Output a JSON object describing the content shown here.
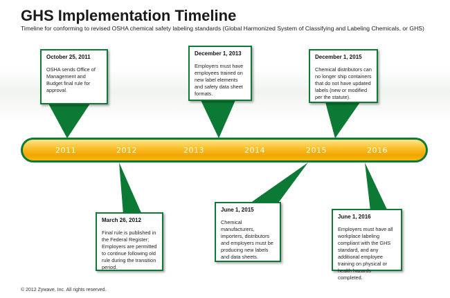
{
  "header": {
    "title": "GHS Implementation Timeline",
    "subtitle": "Timeline for conforming to revised OSHA chemical safety labeling standards (Global Harmonized System of Classifying and Labeling Chemicals, or GHS)"
  },
  "timeline": {
    "years": [
      "2011",
      "2012",
      "2013",
      "2014",
      "2015",
      "2016"
    ]
  },
  "milestones": [
    {
      "date": "October 25, 2011",
      "text": "OSHA sends Office of Management and Budget final rule for approval."
    },
    {
      "date": "December 1, 2013",
      "text": "Employers must have employees trained on new label elements and safety data sheet formats."
    },
    {
      "date": "December 1, 2015",
      "text": "Chemical distributors can no longer ship containers that do not have updated labels (new or modified per the statute)."
    },
    {
      "date": "March 26, 2012",
      "text": "Final rule is published in the Federal Register; Employers are permitted to continue following old rule during the transition period."
    },
    {
      "date": "June 1, 2015",
      "text": "Chemical manufacturers, importers, distributors and employers must be producing new labels and data sheets."
    },
    {
      "date": "June 1, 2016",
      "text": "Employers must have all workplace labeling compliant with the GHS standard, and any additional employee training on physical or health hazards completed."
    }
  ],
  "colors": {
    "accent_green": "#0c7a35",
    "bar_yellow": "#fbc02d"
  },
  "footer": {
    "copyright": "© 2012 Zywave, Inc. All rights reserved."
  }
}
